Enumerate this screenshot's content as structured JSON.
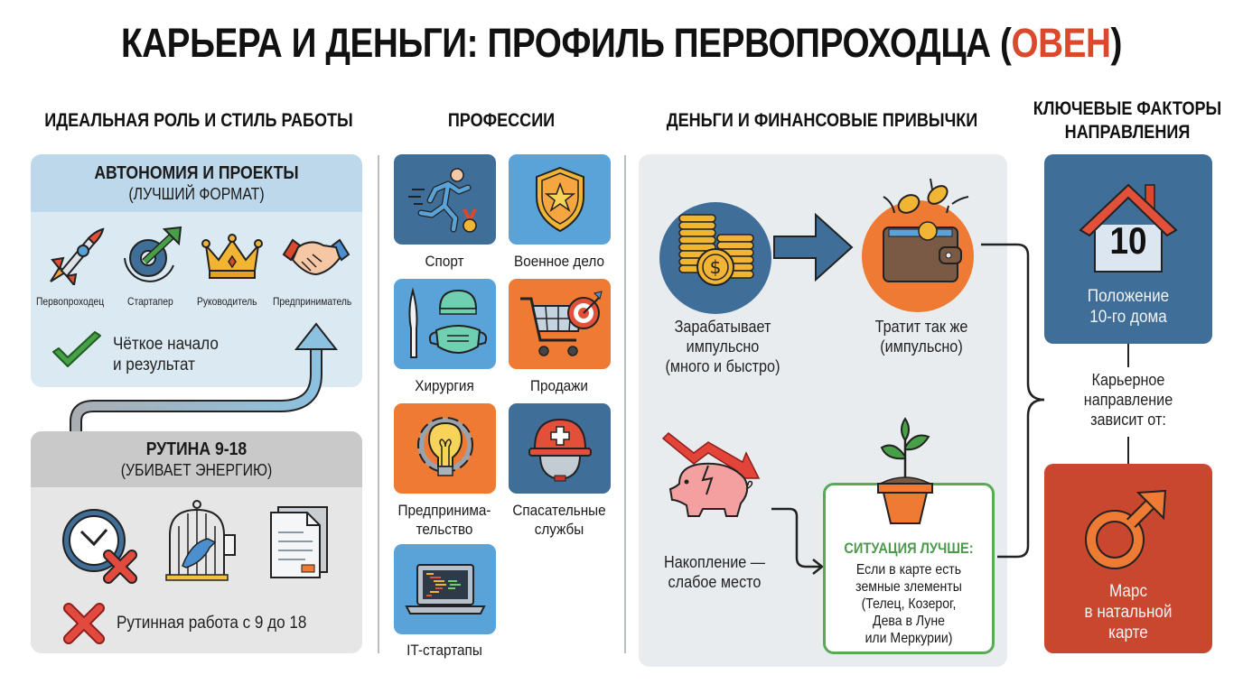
{
  "title": {
    "main": "КАРЬЕРА И ДЕНЬГИ: ПРОФИЛЬ ПЕРВОПРОХОДЦА (",
    "accent": "ОВЕН",
    "close": ")"
  },
  "colors": {
    "accent_red": "#d9492c",
    "blue_dark": "#3f6e98",
    "blue_light": "#5aa3d8",
    "orange": "#ee7a34",
    "green": "#4c9a4c",
    "panel_blue": "#dbe9f3",
    "panel_blue_head": "#bcd8ea",
    "panel_gray": "#e6e6e6",
    "panel_gray_head": "#c9c9c9",
    "mars_red": "#c9472f"
  },
  "sections": {
    "role": "ИДЕАЛЬНАЯ РОЛЬ И СТИЛЬ РАБОТЫ",
    "professions": "ПРОФЕССИИ",
    "money": "ДЕНЬГИ И ФИНАНСОВЫЕ ПРИВЫЧКИ",
    "factors_line1": "КЛЮЧЕВЫЕ ФАКТОРЫ",
    "factors_line2": "НАПРАВЛЕНИЯ"
  },
  "autonomy": {
    "title": "АВТОНОМИЯ И ПРОЕКТЫ",
    "subtitle": "(ЛУЧШИЙ ФОРМАТ)",
    "roles": [
      {
        "icon": "rocket-icon",
        "label": "Первопроходец"
      },
      {
        "icon": "gear-growth-icon",
        "label": "Стартапер"
      },
      {
        "icon": "crown-icon",
        "label": "Руководитель"
      },
      {
        "icon": "handshake-icon",
        "label": "Предприниматель"
      }
    ],
    "check_line1": "Чёткое начало",
    "check_line2": "и результат"
  },
  "routine": {
    "title": "РУТИНА 9-18",
    "subtitle": "(УБИВАЕТ ЭНЕРГИЮ)",
    "icons": [
      "clock-cross-icon",
      "bird-cage-icon",
      "documents-icon"
    ],
    "cross_text": "Рутинная работа с 9 до 18"
  },
  "professions": [
    {
      "label": "Спорт",
      "icon": "runner-medal-icon",
      "color": "#3f6e98"
    },
    {
      "label": "Военное дело",
      "icon": "shield-star-icon",
      "color": "#5aa3d8"
    },
    {
      "label": "Хирургия",
      "icon": "surgeon-icon",
      "color": "#5aa3d8"
    },
    {
      "label": "Продажи",
      "icon": "cart-target-icon",
      "color": "#ee7a34"
    },
    {
      "label_line1": "Предпринима-",
      "label_line2": "тельство",
      "icon": "lightbulb-gear-icon",
      "color": "#ee7a34"
    },
    {
      "label_line1": "Спасательные",
      "label_line2": "службы",
      "icon": "rescue-helmet-icon",
      "color": "#3f6e98"
    },
    {
      "label": "IT-стартапы",
      "icon": "laptop-code-icon",
      "color": "#5aa3d8"
    }
  ],
  "money": {
    "earn": [
      "Зарабатывает",
      "импульсно",
      "(много и быстро)"
    ],
    "spend": [
      "Тратит так же",
      "(импульсно)"
    ],
    "save": [
      "Накопление —",
      "слабое место"
    ],
    "better_title": "СИТУАЦИЯ ЛУЧШЕ:",
    "better_body": [
      "Если в карте есть",
      "земные злементы",
      "(Телец, Козерог,",
      "Дева в Луне",
      "или Меркурии)"
    ]
  },
  "factors": {
    "house_number": "10",
    "house_label": [
      "Положение",
      "10-го дома"
    ],
    "career_dep": [
      "Карьерное",
      "направление",
      "зависит от:"
    ],
    "mars_label": [
      "Марс",
      "в натальной",
      "карте"
    ]
  }
}
